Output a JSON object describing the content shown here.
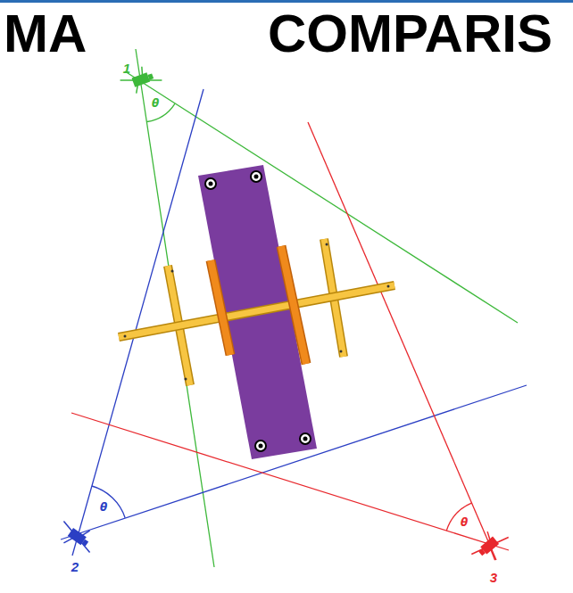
{
  "diagram": {
    "labels": [
      "MA",
      "COMPARIS",
      "1",
      "θ",
      "2",
      "θ",
      "3",
      "θ"
    ]
  }
}
